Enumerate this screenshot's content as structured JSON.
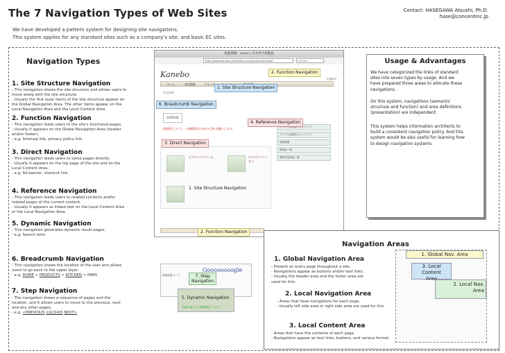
{
  "header": {
    "title": "The 7 Navigation Types of Web Sites",
    "contact_line1": "Contact:  HASEGAWA Atsushi, Ph.D.",
    "contact_line2": "hase@concentinc.jp",
    "intro_line1": "We have developed a pattern system for designing site navigations.",
    "intro_line2": "This system applies for any standard sites such as a company's site, and basic EC sites."
  },
  "types": {
    "heading": "Navigation Types",
    "items": [
      {
        "title": "1. Site Structure Navigation",
        "desc1": "- This navigation shows the site structure and allows users to",
        "desc2": "move along with the site structure.",
        "desc3": "- Usually the first layer items of the site structure appear on",
        "desc4": "the Global Navigation Area. The other items appear on the",
        "desc5": "Local Navigation Area and the Local Content Area."
      },
      {
        "title": "2. Function Navigation",
        "desc1": "- This navigation leads users to the site's functional pages.",
        "desc2": "- Usually it appears on the Global Navigation Area (header",
        "desc3": "and/or footer).",
        "desc4": "- e.g. Sitemap link, privacy policy link."
      },
      {
        "title": "3. Direct Navigation",
        "desc1": "- This navigation leads users to some pages directly.",
        "desc2": "- Usually it appears on the top page of the site and on the",
        "desc3": "Local Content Area.",
        "desc4": "- e.g. Ad banner, shortcut link."
      },
      {
        "title": "4. Reference Navigation",
        "desc1": "- This navigation leads users to related contents and/or",
        "desc2": "related pages of the current content.",
        "desc3": "- Usually it appears as linked text on the Local Content Area",
        "desc4": "or the Local Navigation Area."
      },
      {
        "title": "5. Dynamic Navigation",
        "desc1": "- This navigation generates dynamic result pages.",
        "desc2": "- e.g. Search form."
      },
      {
        "title": "6. Breadcrumb Navigation",
        "desc1": "- This navigation shows the location of the user and allows",
        "desc2": "users to go back to the upper layer.",
        "desc3_prefix": "- e.g. ",
        "crumb1": "HOME",
        "crumb_sep": " > ",
        "crumb2": "PRODUCTS",
        "crumb3": "KITCHEN",
        "crumb4": "PANS"
      },
      {
        "title": "7. Step Navigation",
        "desc1": "- The navigation shows a sequence of pages and the",
        "desc2": "location, and it allows users to move to the previous, next",
        "desc3": "and any other pages.",
        "desc4_prefix": "- e.g. ",
        "prev": "<PREVIOUS",
        "pages": "1|2|3|4|5",
        "next": "NEXT>"
      }
    ]
  },
  "browser": {
    "window_title": "商品情報 - suisai | カネボウ化粧品",
    "address": "http://www.kanebo-cosmetics.co.jp/products/suisai/",
    "search_placeholder": "Google",
    "brand": "Kanebo",
    "lang": "english",
    "gnav_items": [
      "ホーム",
      "商品情報",
      "ブランド",
      "キャンペーン",
      "会社情報"
    ],
    "crumb_text": "商品情報",
    "sub_brand": "ブランド別商品ラインアップ",
    "sub_logo": "suisai",
    "red_note": "肌悩別について、一度確認のための入力をお願いします。",
    "right_col": [
      "ブランド別商品ラインアップ",
      "アイテム別商品ラインアップ",
      "商品検索",
      "新商品一覧",
      "発売予定商品一覧"
    ],
    "product1": "ピアロインクリーム",
    "product2": "ロアロクトミッセン",
    "labels": {
      "function_top": "2. Function Navigation",
      "site_structure_top": "1. Site Structure Navigation",
      "breadcrumb": "6. Breadcrumb Navigation",
      "reference": "4. Reference Navigation",
      "direct": "3. Direct Navigation",
      "site_structure_mid": "1. Site Structure Navigation",
      "function_bottom": "2. Function Navigation"
    }
  },
  "usage": {
    "title": "Usage & Advantages",
    "para1": [
      "We have categorized the links of standard",
      "sites into seven types by usage. And we",
      "have prepared three areas to allocate these",
      "navigations."
    ],
    "para2": [
      "On this system, navigations (semantic",
      "structure and function) and area definitions",
      "(presentation) are independent."
    ],
    "para3": [
      "This system helps information architects to",
      "build a consistent navigation policy. And this",
      "system would be also useful for learning how",
      "to design navigation systems."
    ]
  },
  "step_mock": {
    "google": "Goooooooogle",
    "small_label": "検索結果ページ:",
    "step_label": "7. Step",
    "step_label2": "Navigation",
    "dynamic_label": "5. Dynamic Navigation",
    "dyn_link": "検索の使い方 | 詳細設定 | ヘルプ"
  },
  "areas": {
    "title": "Navigation Areas",
    "global": {
      "title": "1. Global Navigation Area",
      "desc1": "- Present on every page throughout a site.",
      "desc2": "- Navigations appear as buttons and/or text links.",
      "desc3": "- Usually the header area and the footer area are",
      "desc4": "used for this."
    },
    "local": {
      "title": "2. Local Navigation Area",
      "desc1": "- Areas that have navigations for each page.",
      "desc2": "- Usually left side area or right side area are used for this."
    },
    "content": {
      "title": "3. Local Content Area",
      "desc1": "- Areas that have the contents of each page.",
      "desc2": "- Navigations appear as text links, buttons, and various format."
    },
    "wire": {
      "global": "1. Global Nav. Area",
      "content_line1": "3. Local Content",
      "content_line2": "Area",
      "local_line1": "2. Local Nav.",
      "local_line2": "Area"
    }
  }
}
